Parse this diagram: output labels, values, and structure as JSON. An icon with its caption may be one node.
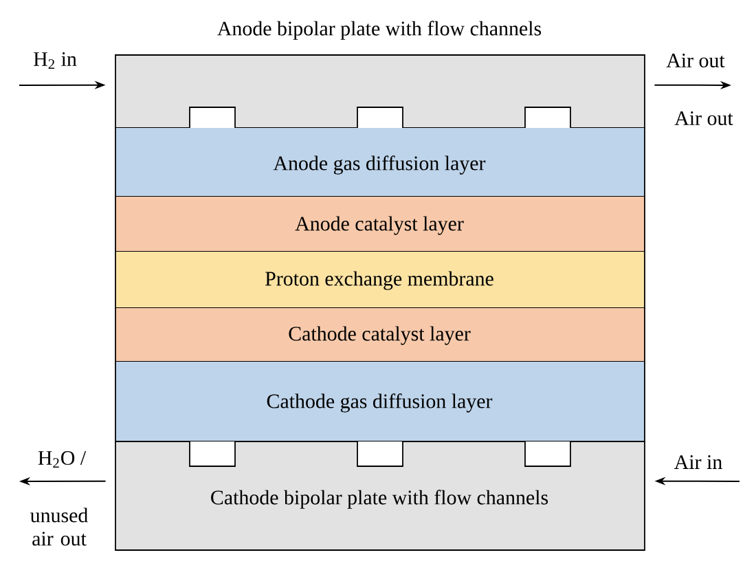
{
  "diagram": {
    "nodes": [
      {
        "text": [
          "Anode bipolar plate with flow channels"
        ]
      },
      {
        "text": [
          "Anode gas diffusion layer"
        ]
      },
      {
        "text": [
          "Anode catalyst layer"
        ]
      },
      {
        "text": [
          "Proton exchange membrane"
        ]
      },
      {
        "text": [
          "Cathode catalyst layer"
        ]
      },
      {
        "text": [
          "Cathode gas diffusion layer"
        ]
      },
      {
        "text": [
          "Cathode bipolar plate with flow channels"
        ]
      }
    ],
    "edges": [
      {
        "from": null,
        "to": 0,
        "arrow": "to",
        "label": "H$_{2}$ in"
      },
      {
        "from": 0,
        "to": null,
        "arrow": "to",
        "label": "Air out"
      },
      {
        "from": 6,
        "to": null,
        "arrow": "to",
        "label": "H$_{2}$O /"
      },
      {
        "from": null,
        "to": 6,
        "arrow": "to",
        "label": "Air in"
      }
    ],
    "labels": [
      "Air out",
      "unused air out"
    ]
  }
}
